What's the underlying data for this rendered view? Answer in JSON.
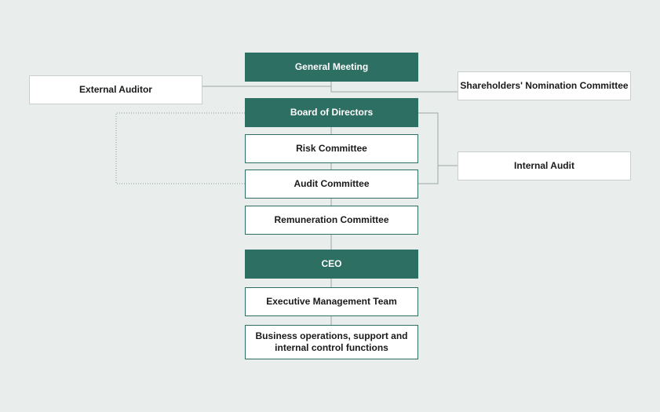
{
  "boxes": {
    "general_meeting": "General Meeting",
    "external_auditor": "External Auditor",
    "shareholders_nomination": "Shareholders' Nomination Committee",
    "board_of_directors": "Board of Directors",
    "risk_committee": "Risk Committee",
    "audit_committee": "Audit Committee",
    "internal_audit": "Internal Audit",
    "remuneration_committee": "Remuneration Committee",
    "ceo": "CEO",
    "executive_management_team": "Executive Management Team",
    "business_operations_line1": "Business operations, support and",
    "business_operations_line2": "internal control functions"
  },
  "colors": {
    "background": "#e9eeed",
    "accent": "#2e6f63",
    "line": "#9aa8a5"
  }
}
